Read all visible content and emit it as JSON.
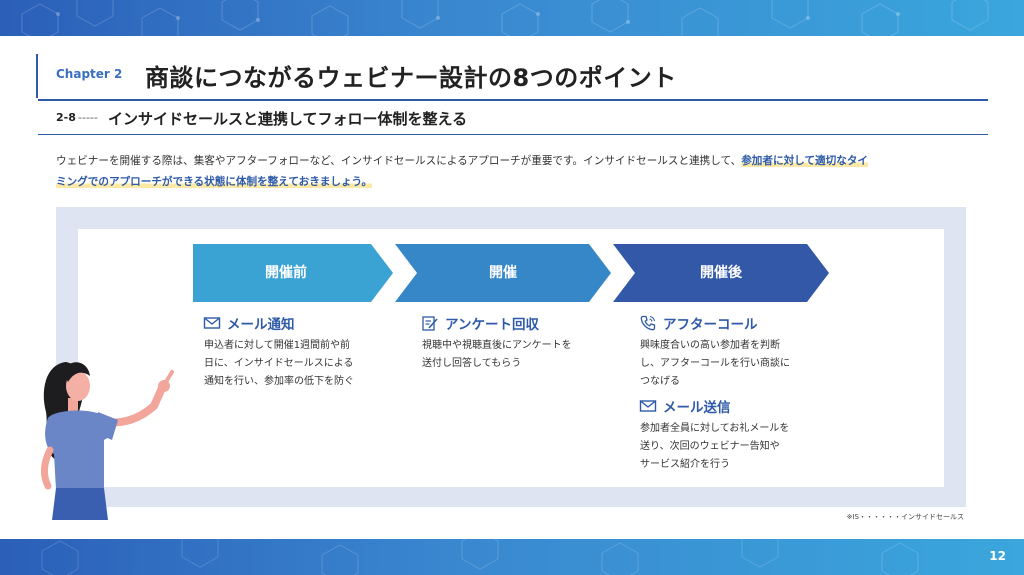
{
  "header": {
    "chapter_label": "Chapter 2",
    "chapter_title": "商談につながるウェビナー設計の8つのポイント",
    "section_number": "2-8",
    "section_dashes": "-----",
    "section_title": "インサイドセールスと連携してフォロー体制を整える"
  },
  "intro": {
    "text_plain": "ウェビナーを開催する際は、集客やアフターフォローなど、インサイドセールスによるアプローチが重要です。インサイドセールスと連携して、",
    "text_highlight_1": "参加者に対して適切なタイ",
    "text_highlight_2": "ミングでのアプローチができる状態に体制を整えておきましょう。"
  },
  "phases": [
    {
      "label": "開催前",
      "color": "#3aa3d4"
    },
    {
      "label": "開催",
      "color": "#3587c8"
    },
    {
      "label": "開催後",
      "color": "#3358a8"
    }
  ],
  "items": {
    "mail_notice": {
      "title": "メール通知",
      "icon": "mail-icon",
      "lines": [
        "申込者に対して開催1週間前や前",
        "日に、インサイドセールスによる",
        "通知を行い、参加率の低下を防ぐ"
      ]
    },
    "survey": {
      "title": "アンケート回収",
      "icon": "edit-note-icon",
      "lines": [
        "視聴中や視聴直後にアンケートを",
        "送付し回答してもらう"
      ]
    },
    "after_call": {
      "title": "アフターコール",
      "icon": "phone-icon",
      "lines": [
        "興味度合いの高い参加者を判断",
        "し、アフターコールを行い商談に",
        "つなげる"
      ]
    },
    "mail_send": {
      "title": "メール送信",
      "icon": "mail-icon",
      "lines": [
        "参加者全員に対してお礼メールを",
        "送り、次回のウェビナー告知や",
        "サービス紹介を行う"
      ]
    }
  },
  "footnote": "※IS・・・・・・インサイドセールス",
  "page_number": "12",
  "colors": {
    "accent": "#2e5aa8",
    "highlight": "#fde9a6",
    "panel": "#dfe4f2"
  }
}
